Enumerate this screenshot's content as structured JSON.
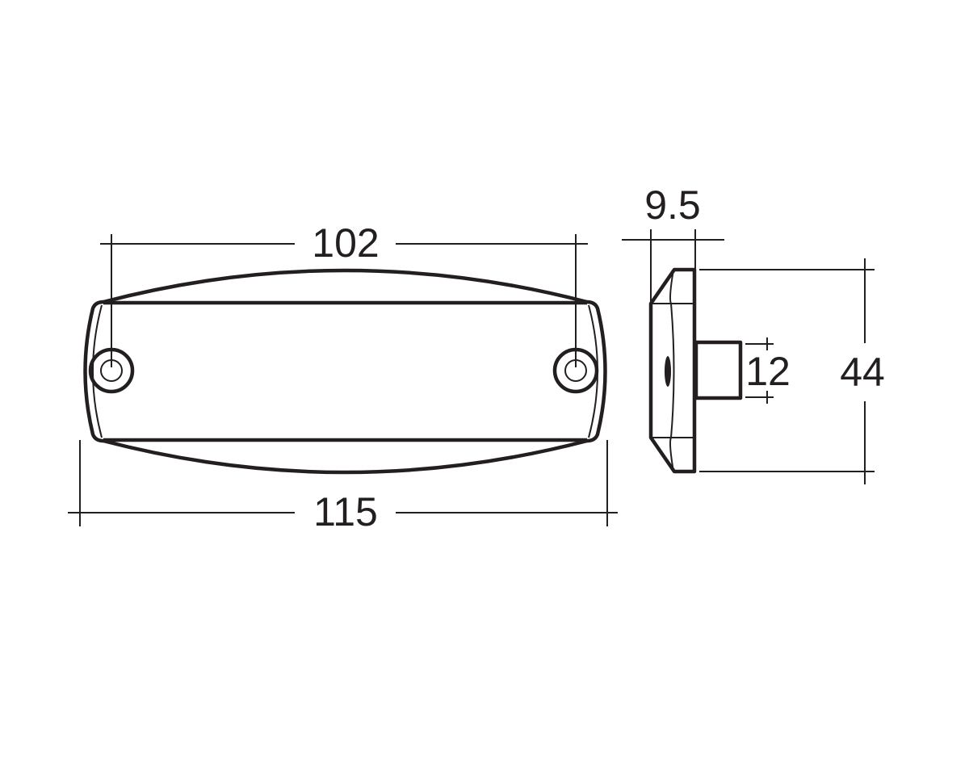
{
  "drawing": {
    "front_view": {
      "dimensions": {
        "hole_spacing": "102",
        "overall_length": "115"
      }
    },
    "side_view": {
      "dimensions": {
        "depth": "9.5",
        "boss_height": "12",
        "overall_height": "44"
      }
    },
    "line_color": "#231f20"
  }
}
